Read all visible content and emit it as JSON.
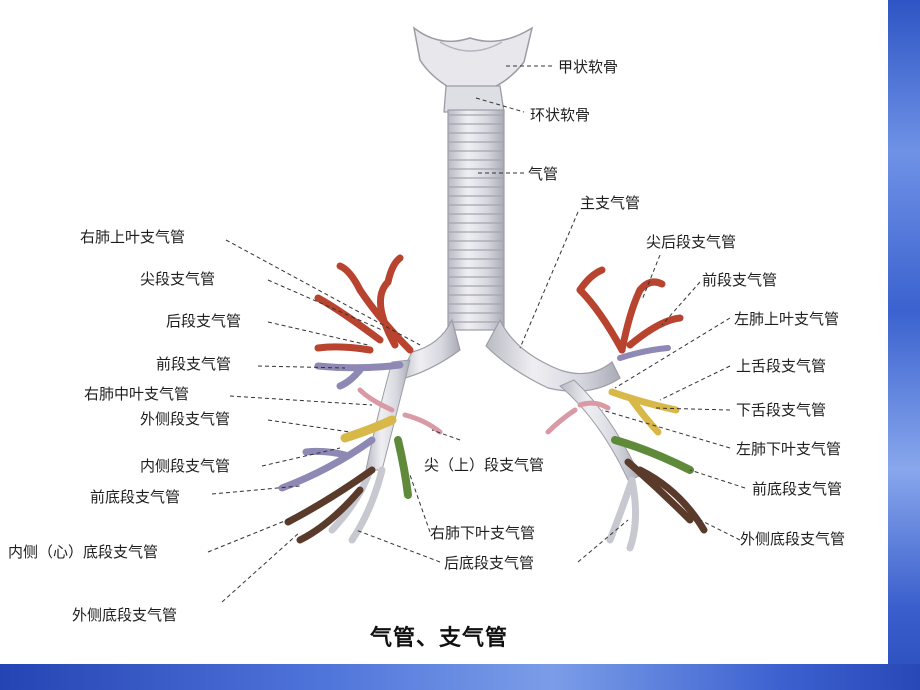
{
  "caption": "气管、支气管",
  "labels": {
    "jiazhuang": "甲状软骨",
    "huanzhuang": "环状软骨",
    "qiguan": "气管",
    "zhuzhi": "主支气管",
    "you_shangye": "右肺上叶支气管",
    "jianduan": "尖段支气管",
    "jianhouduan": "尖后段支气管",
    "qianduan_l": "前段支气管",
    "houduan": "后段支气管",
    "zuo_shangye": "左肺上叶支气管",
    "qianduan_r": "前段支气管",
    "shangshe": "上舌段支气管",
    "you_zhongye": "右肺中叶支气管",
    "xiashe": "下舌段支气管",
    "waice": "外侧段支气管",
    "zuo_xiaye": "左肺下叶支气管",
    "jian_shang": "尖（上）段支气管",
    "neice": "内侧段支气管",
    "qiandi_l": "前底段支气管",
    "qiandi_r": "前底段支气管",
    "you_xiaye": "右肺下叶支气管",
    "waicedi_r": "外侧底段支气管",
    "neicedi": "内侧（心）底段支气管",
    "houdi": "后底段支气管",
    "waicedi_l": "外侧底段支气管"
  },
  "colors": {
    "cartilage": "#e6e6ea",
    "trachea": "#dcdde2",
    "red_segments": "#b8432e",
    "purple_segments": "#8e88b4",
    "yellow_segments": "#d9b84a",
    "green_segments": "#5e8a3a",
    "brown_segments": "#5a3a2a",
    "pink_segments": "#d99aa5",
    "band_blue": "#3b62cf"
  }
}
